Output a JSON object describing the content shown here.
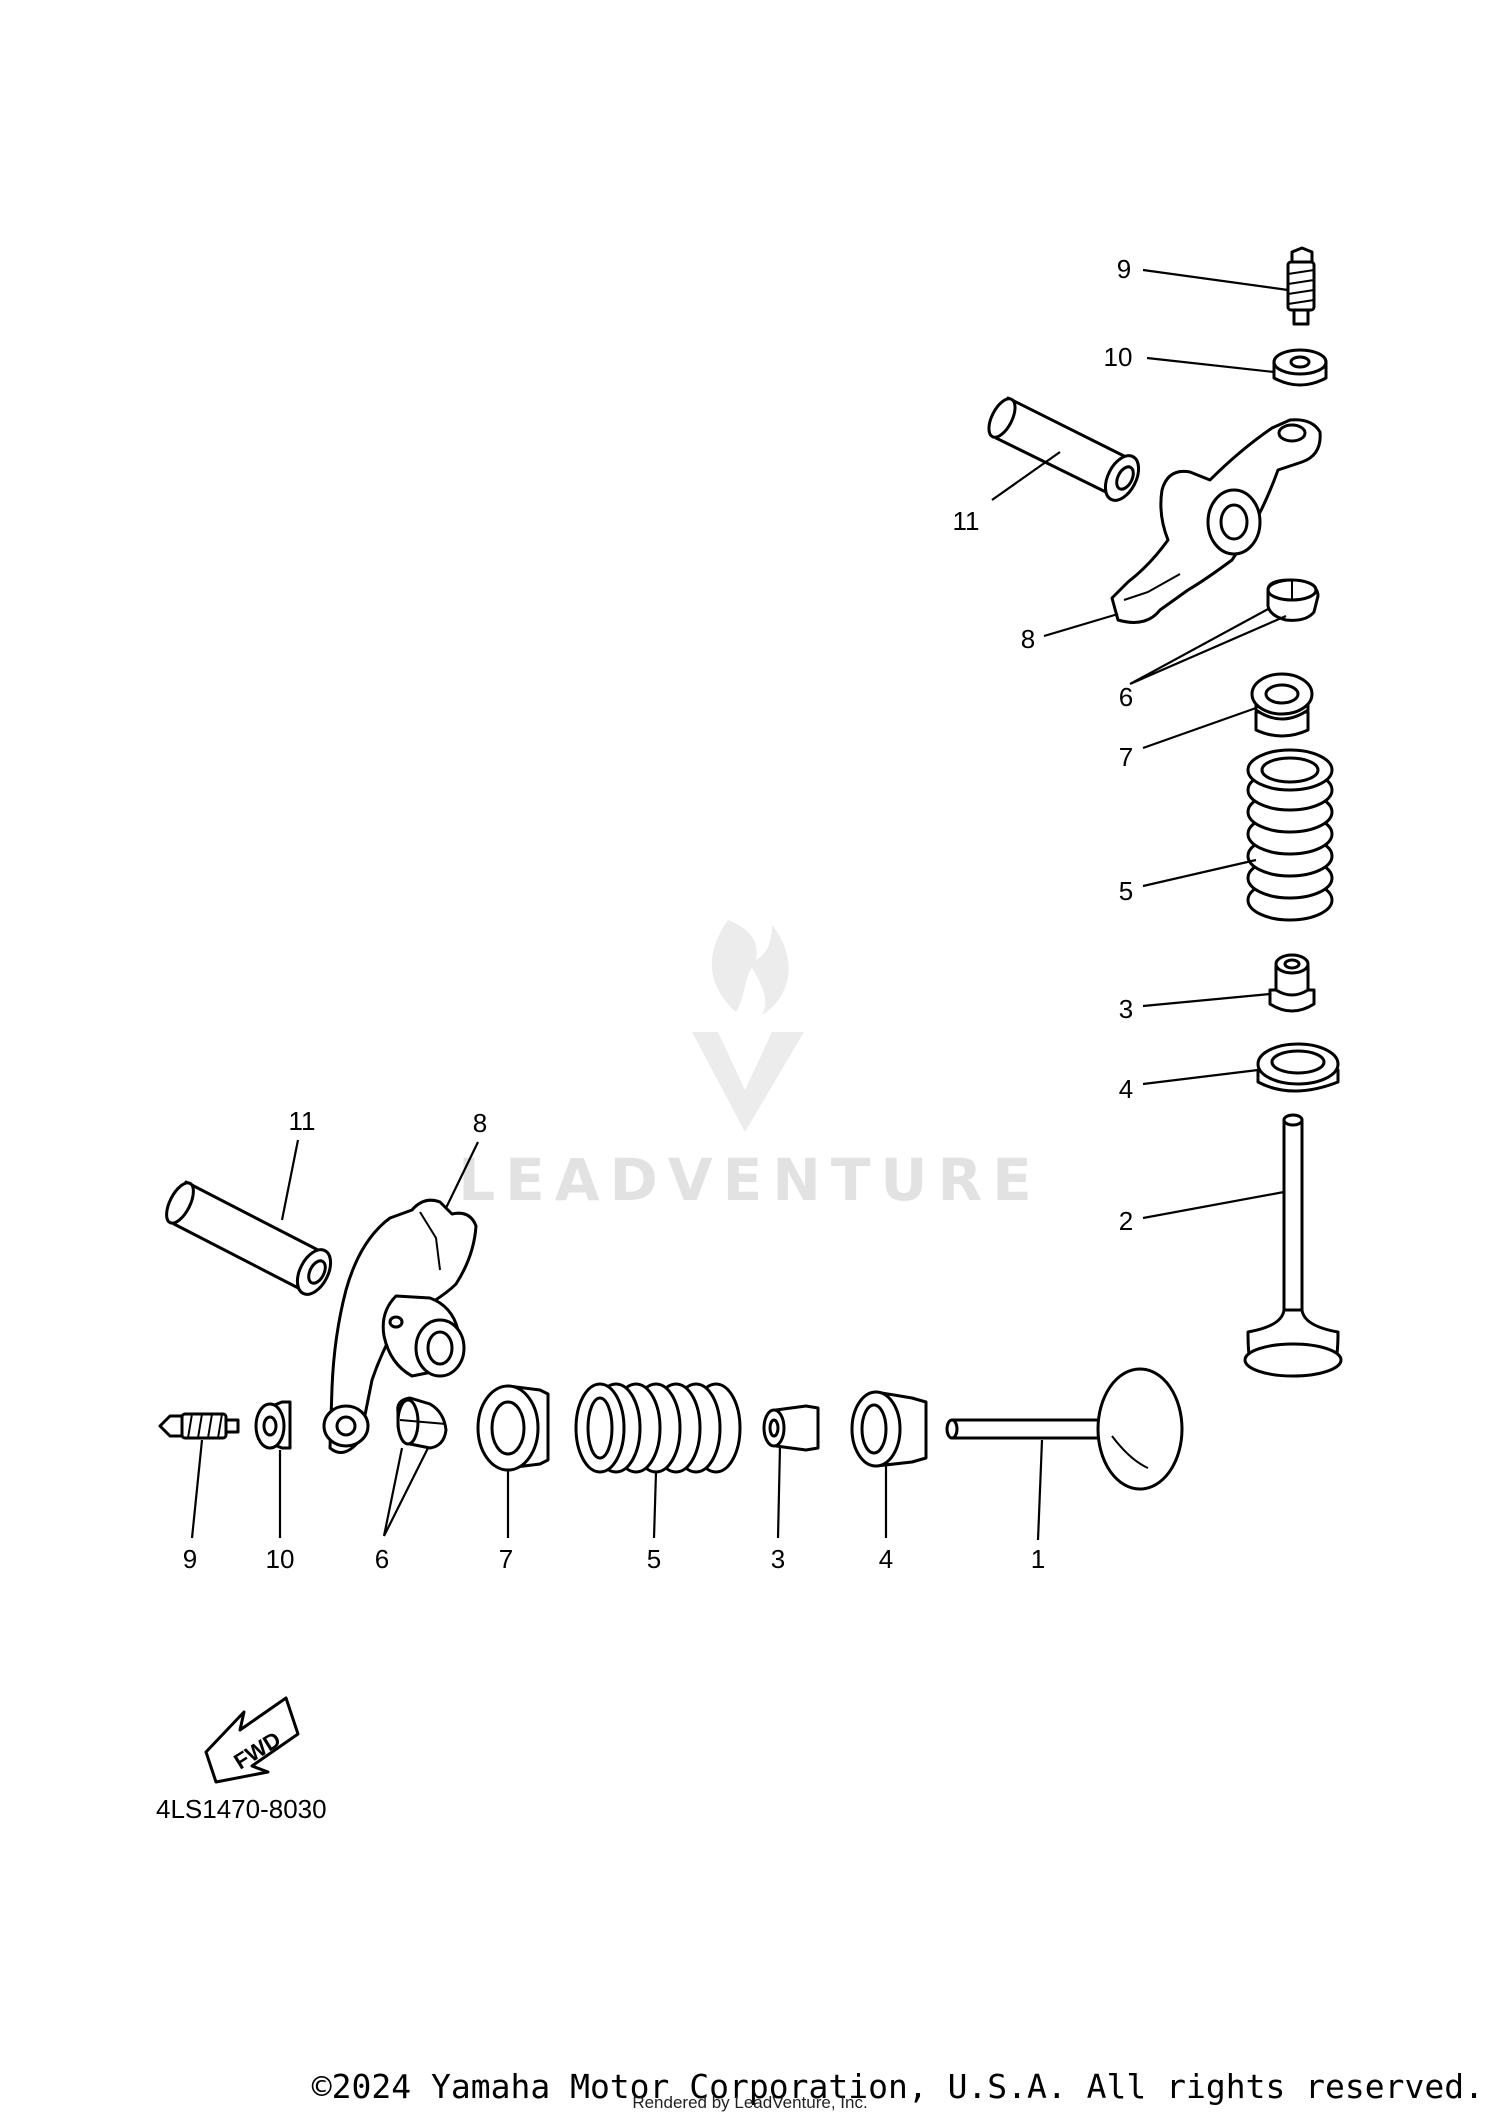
{
  "diagram": {
    "reference_code": "4LS1470-8030",
    "fwd_label": "FWD",
    "watermark": "LEADVENTURE",
    "copyright": "©2024 Yamaha Motor Corporation, U.S.A. All rights reserved.",
    "rendered_by": "Rendered by LeadVenture, Inc.",
    "callouts_right": [
      "9",
      "10",
      "11",
      "8",
      "6",
      "7",
      "5",
      "3",
      "4",
      "2"
    ],
    "callouts_bottom": [
      "11",
      "8",
      "9",
      "10",
      "6",
      "7",
      "5",
      "3",
      "4",
      "1"
    ]
  }
}
